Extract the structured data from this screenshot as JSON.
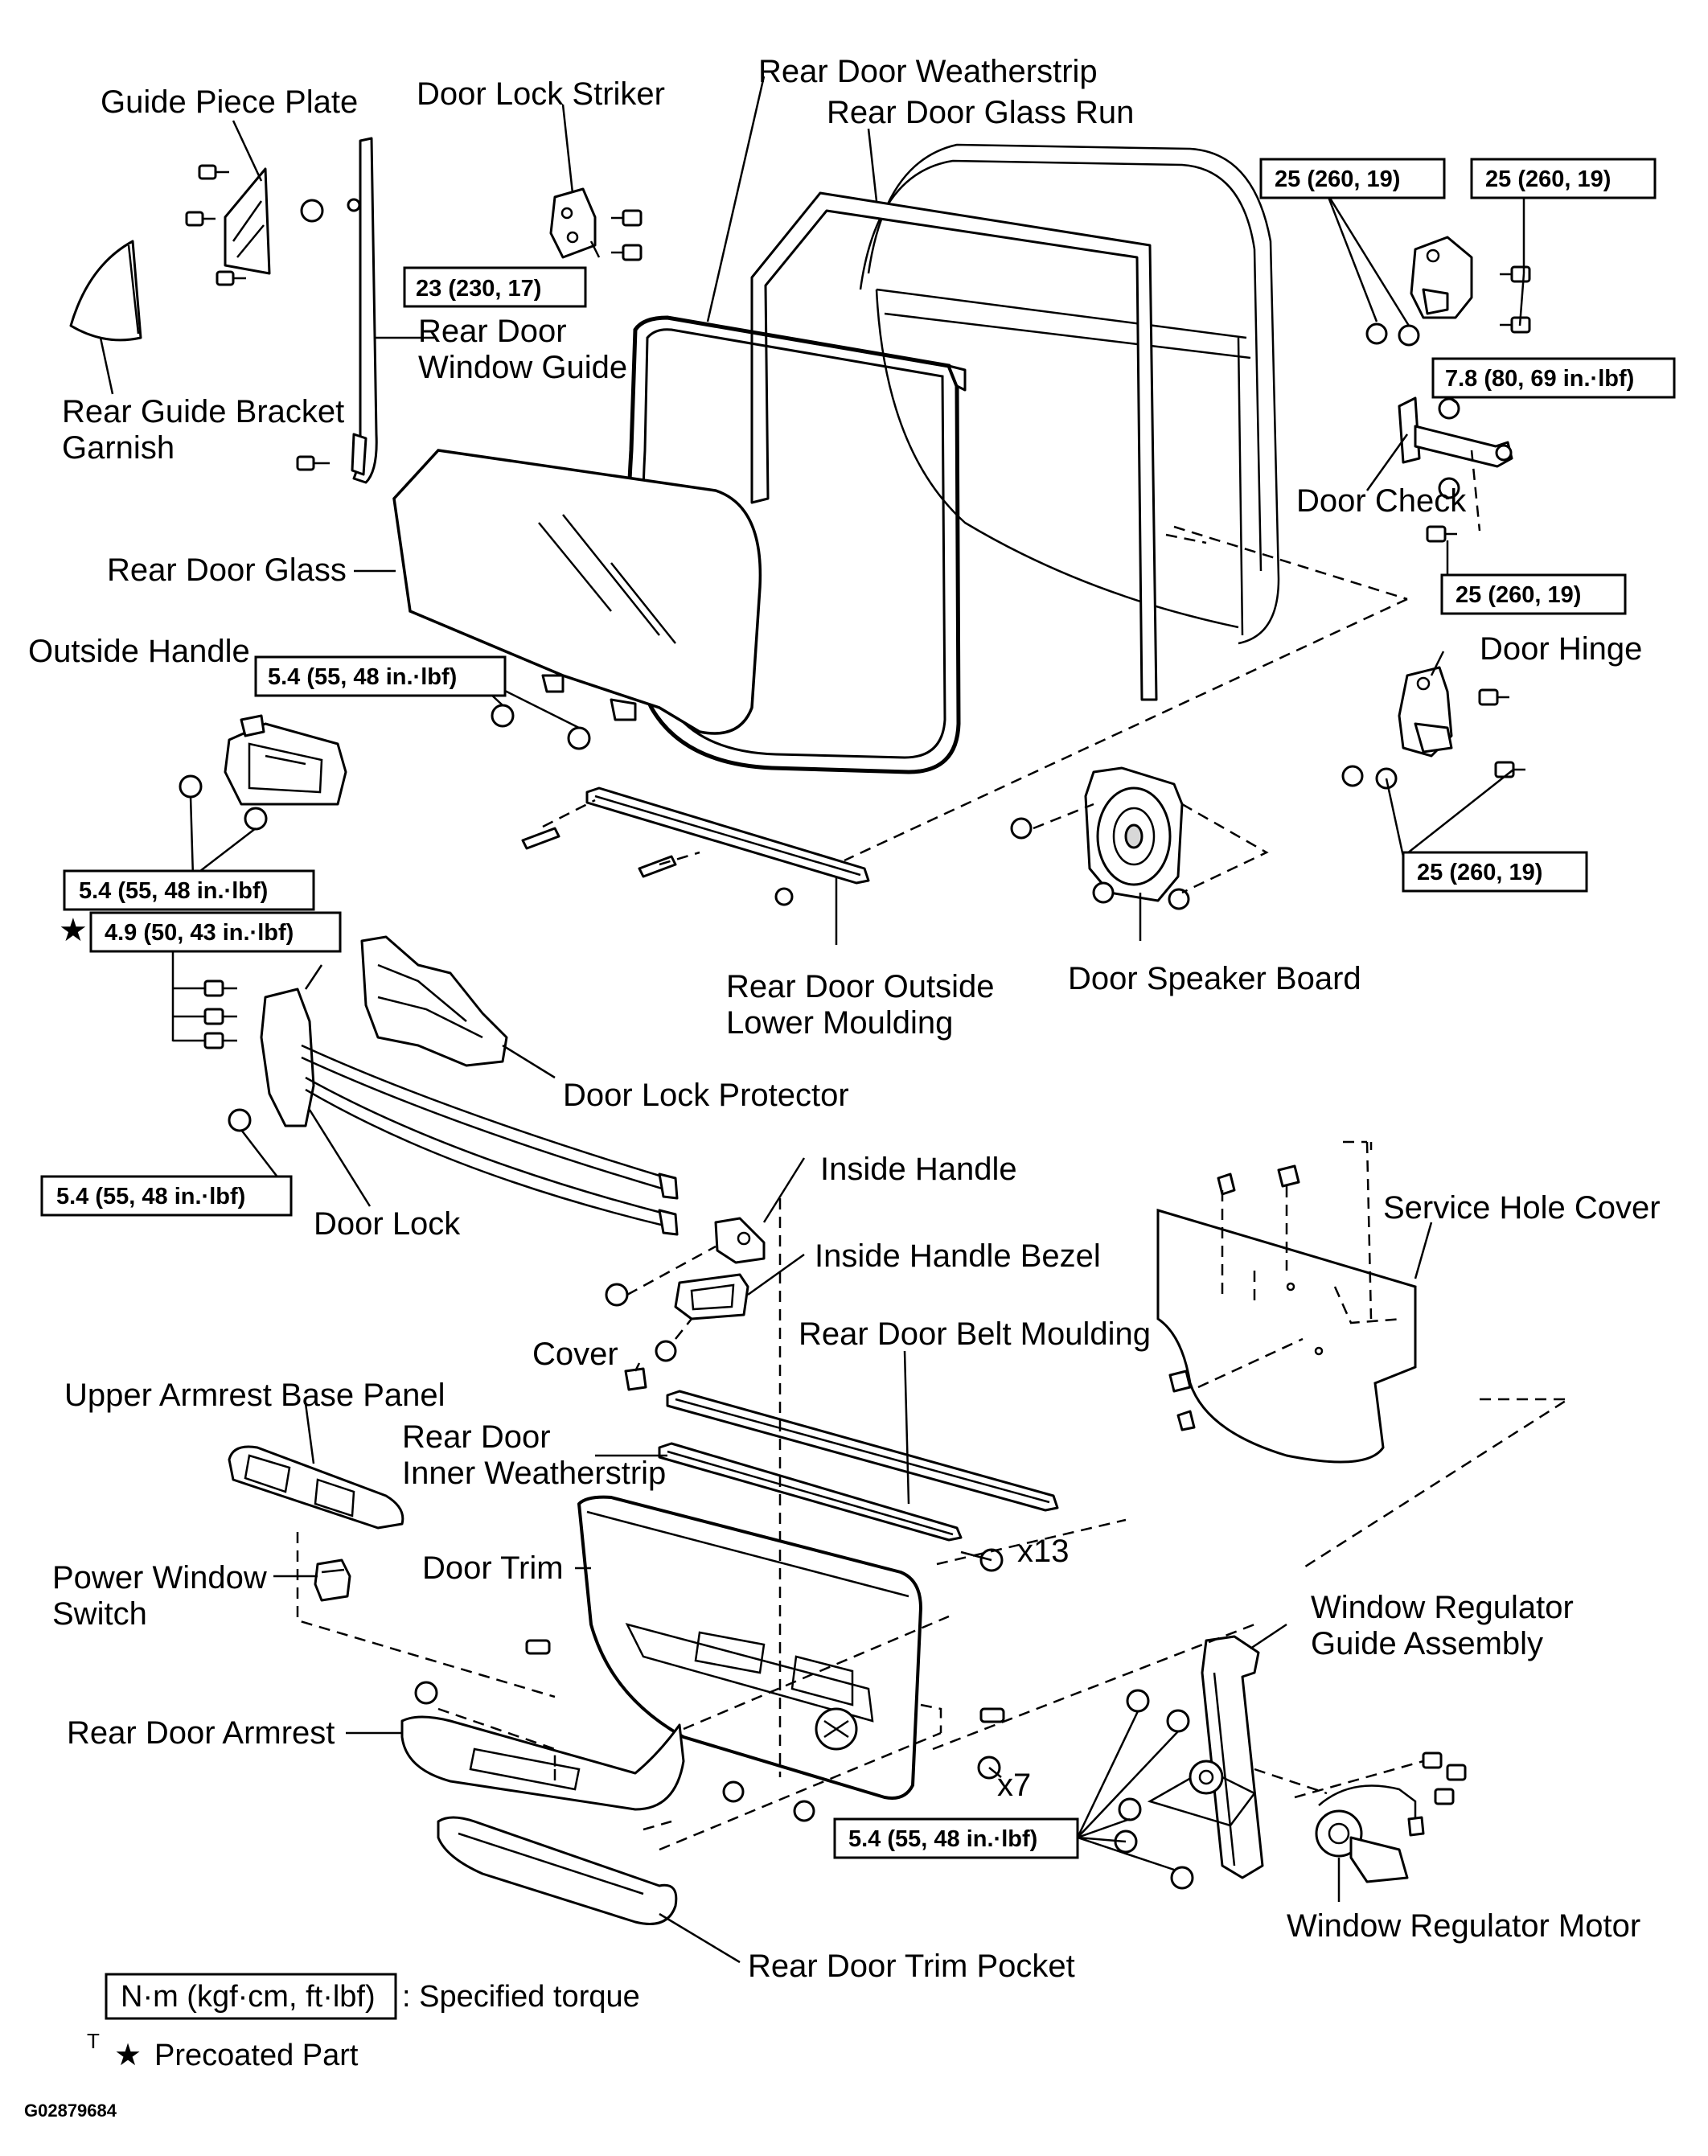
{
  "labels": {
    "guide_piece_plate": "Guide Piece Plate",
    "door_lock_striker": "Door Lock Striker",
    "rear_door_weatherstrip": "Rear Door Weatherstrip",
    "rear_door_glass_run": "Rear Door Glass Run",
    "rear_door_window_guide_1": "Rear Door",
    "rear_door_window_guide_2": "Window Guide",
    "rear_guide_bracket_garnish_1": "Rear Guide Bracket",
    "rear_guide_bracket_garnish_2": "Garnish",
    "rear_door_glass": "Rear Door Glass",
    "door_check": "Door Check",
    "outside_handle": "Outside Handle",
    "door_hinge": "Door Hinge",
    "rear_door_outside_lower_moulding_1": "Rear Door Outside",
    "rear_door_outside_lower_moulding_2": "Lower Moulding",
    "door_speaker_board": "Door Speaker Board",
    "door_lock_protector": "Door Lock Protector",
    "door_lock": "Door Lock",
    "inside_handle": "Inside Handle",
    "service_hole_cover": "Service Hole Cover",
    "inside_handle_bezel": "Inside Handle Bezel",
    "cover": "Cover",
    "rear_door_belt_moulding": "Rear Door Belt Moulding",
    "upper_armrest_base_panel": "Upper Armrest Base Panel",
    "rear_door_inner_weatherstrip_1": "Rear Door",
    "rear_door_inner_weatherstrip_2": "Inner Weatherstrip",
    "door_trim": "Door Trim",
    "power_window_switch_1": "Power Window",
    "power_window_switch_2": "Switch",
    "x13": "x13",
    "window_regulator_guide_assembly_1": "Window Regulator",
    "window_regulator_guide_assembly_2": "Guide Assembly",
    "rear_door_armrest": "Rear Door Armrest",
    "x7": "x7",
    "window_regulator_motor": "Window Regulator Motor",
    "rear_door_trim_pocket": "Rear Door Trim Pocket"
  },
  "torques": {
    "striker": "23 (230, 17)",
    "hinge_upper_left": "25 (260, 19)",
    "hinge_upper_right": "25 (260, 19)",
    "door_check_upper": "7.8 (80, 69 in.·lbf)",
    "door_check_lower": "25 (260, 19)",
    "glass": "5.4 (55, 48 in.·lbf)",
    "outside_handle": "5.4 (55, 48 in.·lbf)",
    "door_lock_precoated": "4.9 (50, 43 in.·lbf)",
    "door_lock": "5.4 (55, 48 in.·lbf)",
    "hinge_lower": "25 (260, 19)",
    "regulator": "5.4 (55, 48 in.·lbf)"
  },
  "legend": {
    "unit_box": "N·m (kgf·cm, ft·lbf)",
    "unit_desc": ": Specified torque",
    "star_mark": "★",
    "star_desc": "Precoated Part",
    "t_mark": "T"
  },
  "figure_code": "G02879684"
}
